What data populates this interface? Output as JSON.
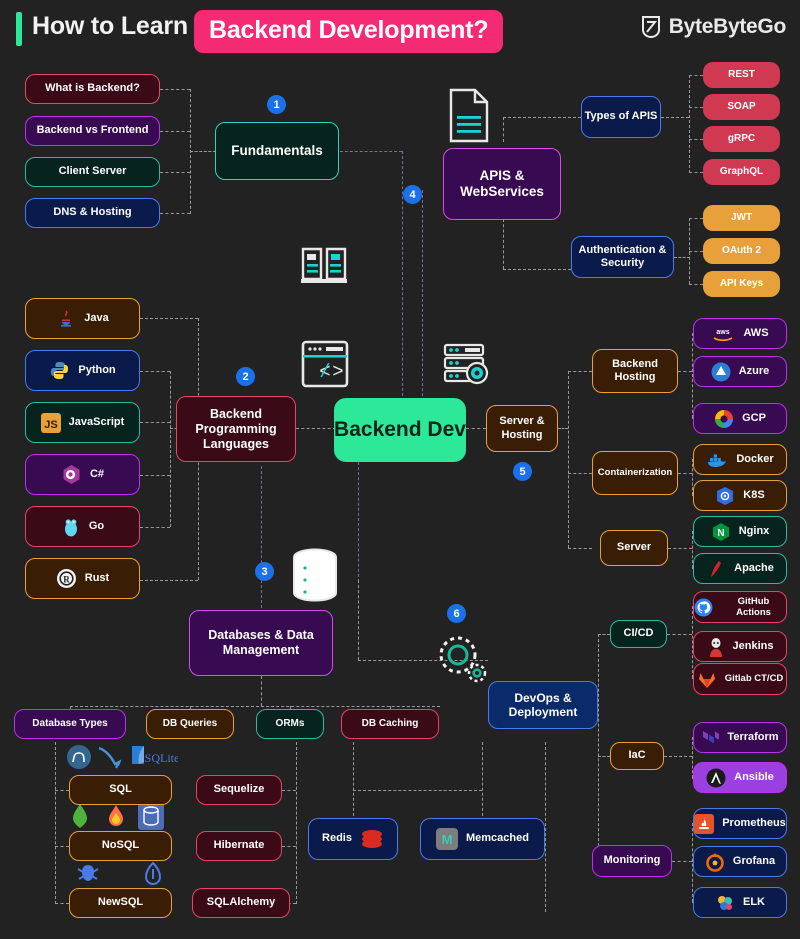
{
  "header": {
    "title_plain": "How to Learn",
    "title_pill": "Backend Development?",
    "brand": "ByteByteGo",
    "accent_green": "#2ee89a",
    "accent_pink": "#f42a72",
    "background": "#222222",
    "badge_color": "#1b71e8"
  },
  "center": {
    "label": "Backend Dev"
  },
  "badges": [
    "1",
    "2",
    "3",
    "4",
    "5",
    "6"
  ],
  "branches": {
    "fundamentals": {
      "label": "Fundamentals",
      "badge": "1",
      "children": [
        {
          "label": "What is Backend?",
          "fill": "#3a0a16",
          "border": "#d84f63"
        },
        {
          "label": "Backend vs Frontend",
          "fill": "#370a52",
          "border": "#b832e8"
        },
        {
          "label": "Client Server",
          "fill": "#06231d",
          "border": "#2fb9a5"
        },
        {
          "label": "DNS & Hosting",
          "fill": "#0a1a4a",
          "border": "#4a7ae8"
        }
      ]
    },
    "languages": {
      "label": "Backend Programming Languages",
      "badge": "2",
      "children": [
        {
          "label": "Java",
          "icon": "java-icon",
          "fill": "#3a1d05",
          "border": "#e8a13a"
        },
        {
          "label": "Python",
          "icon": "python-icon",
          "fill": "#0a1a4a",
          "border": "#4a7ae8"
        },
        {
          "label": "JavaScript",
          "icon": "javascript-icon",
          "fill": "#06231d",
          "border": "#2fb9a5"
        },
        {
          "label": "C#",
          "icon": "csharp-icon",
          "fill": "#370a52",
          "border": "#b832e8"
        },
        {
          "label": "Go",
          "icon": "go-icon",
          "fill": "#3a0a16",
          "border": "#e8416b"
        },
        {
          "label": "Rust",
          "icon": "rust-icon",
          "fill": "#3a1d05",
          "border": "#e8a13a"
        }
      ]
    },
    "databases": {
      "label": "Databases & Data Management",
      "badge": "3",
      "categories": [
        {
          "label": "Database Types",
          "fill": "#370a52",
          "border": "#b832e8"
        },
        {
          "label": "DB Queries",
          "fill": "#3a1d05",
          "border": "#e8a13a"
        },
        {
          "label": "ORMs",
          "fill": "#06231d",
          "border": "#2fb9a5"
        },
        {
          "label": "DB Caching",
          "fill": "#3a0a16",
          "border": "#e8416b"
        }
      ],
      "types": [
        {
          "label": "SQL",
          "fill": "#3a1d05",
          "border": "#e8a13a"
        },
        {
          "label": "NoSQL",
          "fill": "#3a1d05",
          "border": "#e8a13a"
        },
        {
          "label": "NewSQL",
          "fill": "#3a1d05",
          "border": "#e8a13a"
        }
      ],
      "orms": [
        {
          "label": "Sequelize",
          "fill": "#3a0a16",
          "border": "#e8416b"
        },
        {
          "label": "Hibernate",
          "fill": "#3a0a16",
          "border": "#e8416b"
        },
        {
          "label": "SQLAlchemy",
          "fill": "#3a0a16",
          "border": "#e8416b"
        }
      ],
      "caches": [
        {
          "label": "Redis",
          "icon": "redis-icon",
          "fill": "#0a1a4a",
          "border": "#4a7ae8"
        },
        {
          "label": "Memcached",
          "icon": "memcached-icon",
          "fill": "#0a1a4a",
          "border": "#4a7ae8"
        }
      ]
    },
    "apis": {
      "label": "APIS & WebServices",
      "badge": "4",
      "groups": [
        {
          "label": "Types of APIS",
          "fill": "#0a1a4a",
          "border": "#4a7ae8",
          "children": [
            {
              "label": "REST",
              "fill": "#cf3a52",
              "border": "#cf3a52"
            },
            {
              "label": "SOAP",
              "fill": "#cf3a52",
              "border": "#cf3a52"
            },
            {
              "label": "gRPC",
              "fill": "#cf3a52",
              "border": "#cf3a52"
            },
            {
              "label": "GraphQL",
              "fill": "#cf3a52",
              "border": "#cf3a52"
            }
          ]
        },
        {
          "label": "Authentication & Security",
          "fill": "#0a1a4a",
          "border": "#4a7ae8",
          "children": [
            {
              "label": "JWT",
              "fill": "#e8a13a",
              "border": "#e8a13a"
            },
            {
              "label": "OAuth 2",
              "fill": "#e8a13a",
              "border": "#e8a13a"
            },
            {
              "label": "API Keys",
              "fill": "#e8a13a",
              "border": "#e8a13a"
            }
          ]
        }
      ]
    },
    "server": {
      "label": "Server & Hosting",
      "badge": "5",
      "groups": [
        {
          "label": "Backend Hosting",
          "fill": "#3a1d05",
          "border": "#e8a13a",
          "children": [
            {
              "label": "AWS",
              "icon": "aws-icon",
              "fill": "#370a52",
              "border": "#b832e8"
            },
            {
              "label": "Azure",
              "icon": "azure-icon",
              "fill": "#370a52",
              "border": "#b832e8"
            },
            {
              "label": "GCP",
              "icon": "gcp-icon",
              "fill": "#370a52",
              "border": "#b832e8"
            }
          ]
        },
        {
          "label": "Containerization",
          "fill": "#3a1d05",
          "border": "#e8a13a",
          "children": [
            {
              "label": "Docker",
              "icon": "docker-icon",
              "fill": "#3a1d05",
              "border": "#e8a13a"
            },
            {
              "label": "K8S",
              "icon": "kubernetes-icon",
              "fill": "#3a1d05",
              "border": "#e8a13a"
            }
          ]
        },
        {
          "label": "Server",
          "fill": "#3a1d05",
          "border": "#e8a13a",
          "children": [
            {
              "label": "Nginx",
              "icon": "nginx-icon",
              "fill": "#06231d",
              "border": "#2fb9a5"
            },
            {
              "label": "Apache",
              "icon": "apache-icon",
              "fill": "#06231d",
              "border": "#2fb9a5"
            }
          ]
        }
      ]
    },
    "devops": {
      "label": "DevOps & Deployment",
      "badge": "6",
      "groups": [
        {
          "label": "CI/CD",
          "fill": "#06231d",
          "border": "#2fb9a5",
          "children": [
            {
              "label": "GitHub Actions",
              "icon": "github-icon",
              "fill": "#3a0a16",
              "border": "#e8416b"
            },
            {
              "label": "Jenkins",
              "icon": "jenkins-icon",
              "fill": "#3a0a16",
              "border": "#e8416b"
            },
            {
              "label": "Gitlab CT/CD",
              "icon": "gitlab-icon",
              "fill": "#3a0a16",
              "border": "#e8416b"
            }
          ]
        },
        {
          "label": "IaC",
          "fill": "#3a1d05",
          "border": "#e8a13a",
          "children": [
            {
              "label": "Terraform",
              "icon": "terraform-icon",
              "fill": "#370a52",
              "border": "#b832e8"
            },
            {
              "label": "Ansible",
              "icon": "ansible-icon",
              "fill": "#9b3fe0",
              "border": "#b832e8"
            }
          ]
        },
        {
          "label": "Monitoring",
          "fill": "#370a52",
          "border": "#b832e8",
          "children": [
            {
              "label": "Prometheus",
              "icon": "prometheus-icon",
              "fill": "#0a1a4a",
              "border": "#4a7ae8"
            },
            {
              "label": "Grofana",
              "icon": "grafana-icon",
              "fill": "#0a1a4a",
              "border": "#4a7ae8"
            },
            {
              "label": "ELK",
              "icon": "elk-icon",
              "fill": "#0a1a4a",
              "border": "#4a7ae8"
            }
          ]
        }
      ]
    }
  },
  "decor_icons": [
    "book-icon",
    "code-window-icon",
    "server-gear-icon",
    "document-icon",
    "gears-icon"
  ],
  "db_logo_icons": [
    "postgresql-icon",
    "mysql-icon",
    "sqlite-icon",
    "mongodb-icon",
    "firebase-icon",
    "dynamodb-icon",
    "cockroachdb-icon",
    "yugabyte-icon"
  ]
}
